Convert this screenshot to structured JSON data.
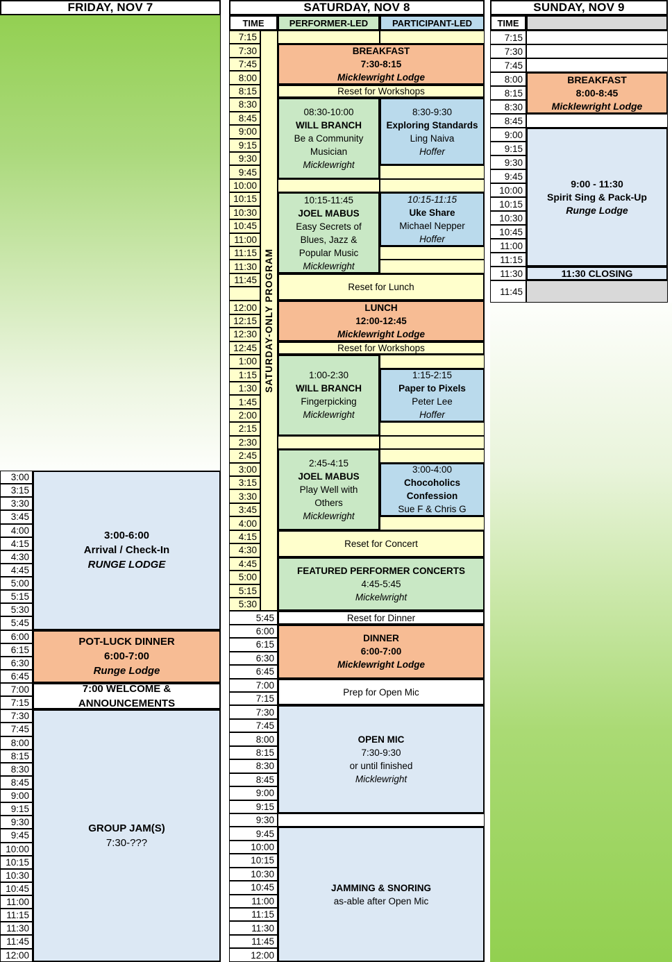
{
  "colors": {
    "yellow": "#ffffcc",
    "salmon": "#f7bc94",
    "green": "#c9e8c5",
    "blue": "#badaec",
    "light_blue": "#dce8f4",
    "gray": "#d9d9d9",
    "gradient_green": "#92d050",
    "border": "#000000"
  },
  "days": [
    {
      "id": "friday",
      "header": "FRIDAY, NOV 7",
      "times": [
        "3:00",
        "3:15",
        "3:30",
        "3:45",
        "4:00",
        "4:15",
        "4:30",
        "4:45",
        "5:00",
        "5:15",
        "5:30",
        "5:45",
        "6:00",
        "6:15",
        "6:30",
        "6:45",
        "7:00",
        "7:15",
        "7:30",
        "7:45",
        "8:00",
        "8:15",
        "8:30",
        "8:45",
        "9:00",
        "9:15",
        "9:30",
        "9:45",
        "10:00",
        "10:15",
        "10:30",
        "10:45",
        "11:00",
        "11:15",
        "11:30",
        "11:45",
        "12:00"
      ],
      "events": [
        {
          "name": "arrival-checkin",
          "col": "main",
          "row": 0,
          "span": 12,
          "fill": "lightblue",
          "fs": 15,
          "lines": [
            {
              "t": "3:00-6:00",
              "s": "b"
            },
            {
              "t": "Arrival / Check-In",
              "s": "b"
            },
            {
              "t": "RUNGE LODGE",
              "s": "bi"
            }
          ]
        },
        {
          "name": "pot-luck-dinner",
          "col": "main",
          "row": 12,
          "span": 4,
          "fill": "salmon",
          "fs": 15,
          "lines": [
            {
              "t": "POT-LUCK DINNER",
              "s": "b"
            },
            {
              "t": "6:00-7:00",
              "s": "b"
            },
            {
              "t": "Runge Lodge",
              "s": "bi"
            }
          ]
        },
        {
          "name": "welcome-announcements",
          "col": "main",
          "row": 16,
          "span": 2,
          "fill": "white",
          "fs": 15,
          "lines": [
            {
              "t": "7:00 WELCOME & ANNOUNCEMENTS",
              "s": "b"
            }
          ]
        },
        {
          "name": "group-jams",
          "col": "main",
          "row": 18,
          "span": 19,
          "fill": "lightblue",
          "fs": 15,
          "lines": [
            {
              "t": "GROUP JAM(S)",
              "s": "b"
            },
            {
              "t": "7:30-???",
              "s": ""
            }
          ]
        }
      ]
    },
    {
      "id": "saturday",
      "header": "SATURDAY, NOV 8",
      "subheader": {
        "time": "TIME",
        "performer": "PERFORMER-LED",
        "participant": "PARTICIPANT-LED"
      },
      "program_label": "SATURDAY-ONLY PROGRAM",
      "times": [
        "7:15",
        "7:30",
        "7:45",
        "8:00",
        "8:15",
        "8:30",
        "8:45",
        "9:00",
        "9:15",
        "9:30",
        "9:45",
        "10:00",
        "10:15",
        "10:30",
        "10:45",
        "11:00",
        "11:15",
        "11:30",
        "11:45",
        "",
        "12:00",
        "12:15",
        "12:30",
        "12:45",
        "1:00",
        "1:15",
        "1:30",
        "1:45",
        "2:00",
        "2:15",
        "2:30",
        "2:45",
        "3:00",
        "3:15",
        "3:30",
        "3:45",
        "4:00",
        "4:15",
        "4:30",
        "4:45",
        "5:00",
        "5:15",
        "5:30",
        "5:45",
        "6:00",
        "6:15",
        "6:30",
        "6:45",
        "7:00",
        "7:15",
        "7:30",
        "7:45",
        "8:00",
        "8:15",
        "8:30",
        "8:45",
        "9:00",
        "9:15",
        "9:30",
        "9:45",
        "10:00",
        "10:15",
        "10:30",
        "10:45",
        "11:00",
        "11:15",
        "11:30",
        "11:45",
        "12:00"
      ],
      "events": [
        {
          "name": "empty-performer-715am",
          "col": "performer",
          "row": 0,
          "span": 1,
          "fill": "yellow",
          "lines": []
        },
        {
          "name": "empty-participant-715am",
          "col": "participant",
          "row": 0,
          "span": 1,
          "fill": "yellow",
          "lines": []
        },
        {
          "name": "breakfast",
          "col": "both",
          "row": 1,
          "span": 3,
          "fill": "salmon",
          "lines": [
            {
              "t": "BREAKFAST",
              "s": "b"
            },
            {
              "t": "7:30-8:15",
              "s": "b"
            },
            {
              "t": "Micklewright Lodge",
              "s": "bi"
            }
          ]
        },
        {
          "name": "reset-for-workshops-am",
          "col": "both",
          "row": 4,
          "span": 1,
          "fill": "yellow",
          "lines": [
            {
              "t": "Reset for Workshops",
              "s": ""
            }
          ]
        },
        {
          "name": "will-branch-community-musician",
          "col": "performer",
          "row": 5,
          "span": 6,
          "fill": "green",
          "lines": [
            {
              "t": "08:30-10:00",
              "s": ""
            },
            {
              "t": "WILL BRANCH",
              "s": "b"
            },
            {
              "t": "Be a Community",
              "s": ""
            },
            {
              "t": "Musician",
              "s": ""
            },
            {
              "t": "Micklewright",
              "s": "i"
            }
          ]
        },
        {
          "name": "exploring-standards",
          "col": "participant",
          "row": 5,
          "span": 5,
          "fill": "blue",
          "lines": [
            {
              "t": "8:30-9:30",
              "s": ""
            },
            {
              "t": "Exploring Standards",
              "s": "b"
            },
            {
              "t": "Ling Naiva",
              "s": ""
            },
            {
              "t": "Hoffer",
              "s": "i"
            }
          ]
        },
        {
          "name": "empty-participant-945am",
          "col": "participant",
          "row": 10,
          "span": 1,
          "fill": "yellow",
          "lines": []
        },
        {
          "name": "empty-performer-1000am",
          "col": "performer",
          "row": 11,
          "span": 1,
          "fill": "yellow",
          "lines": []
        },
        {
          "name": "empty-participant-1000am",
          "col": "participant",
          "row": 11,
          "span": 1,
          "fill": "yellow",
          "lines": []
        },
        {
          "name": "joel-mabus-easy-secrets",
          "col": "performer",
          "row": 12,
          "span": 6,
          "fill": "green",
          "lines": [
            {
              "t": "10:15-11:45",
              "s": ""
            },
            {
              "t": "JOEL MABUS",
              "s": "b"
            },
            {
              "t": "Easy Secrets of",
              "s": ""
            },
            {
              "t": "Blues, Jazz &",
              "s": ""
            },
            {
              "t": "Popular Music",
              "s": ""
            },
            {
              "t": "Micklewright",
              "s": "i"
            }
          ]
        },
        {
          "name": "uke-share",
          "col": "participant",
          "row": 12,
          "span": 4,
          "fill": "blue",
          "lines": [
            {
              "t": "10:15-11:15",
              "s": "i"
            },
            {
              "t": "Uke Share",
              "s": "b"
            },
            {
              "t": "Michael Nepper",
              "s": ""
            },
            {
              "t": "Hoffer",
              "s": "i"
            }
          ]
        },
        {
          "name": "empty-participant-1115am",
          "col": "participant",
          "row": 16,
          "span": 1,
          "fill": "yellow",
          "lines": []
        },
        {
          "name": "empty-participant-1130am",
          "col": "participant",
          "row": 17,
          "span": 1,
          "fill": "yellow",
          "lines": []
        },
        {
          "name": "reset-for-lunch",
          "col": "both",
          "row": 18,
          "span": 2,
          "fill": "yellow",
          "lines": [
            {
              "t": "Reset for Lunch",
              "s": ""
            }
          ]
        },
        {
          "name": "lunch",
          "col": "both",
          "row": 20,
          "span": 3,
          "fill": "salmon",
          "lines": [
            {
              "t": "LUNCH",
              "s": "b"
            },
            {
              "t": "12:00-12:45",
              "s": "b"
            },
            {
              "t": "Micklewright Lodge",
              "s": "bi"
            }
          ]
        },
        {
          "name": "reset-for-workshops-pm",
          "col": "both",
          "row": 23,
          "span": 1,
          "fill": "yellow",
          "lines": [
            {
              "t": "Reset for Workshops",
              "s": ""
            }
          ]
        },
        {
          "name": "will-branch-fingerpicking",
          "col": "performer",
          "row": 24,
          "span": 6,
          "fill": "green",
          "lines": [
            {
              "t": "1:00-2:30",
              "s": ""
            },
            {
              "t": "WILL BRANCH",
              "s": "b"
            },
            {
              "t": "Fingerpicking",
              "s": ""
            },
            {
              "t": "Micklewright",
              "s": "i"
            }
          ]
        },
        {
          "name": "empty-participant-100pm",
          "col": "participant",
          "row": 24,
          "span": 1,
          "fill": "yellow",
          "lines": []
        },
        {
          "name": "paper-to-pixels",
          "col": "participant",
          "row": 25,
          "span": 4,
          "fill": "blue",
          "lines": [
            {
              "t": "1:15-2:15",
              "s": ""
            },
            {
              "t": "Paper to Pixels",
              "s": "b"
            },
            {
              "t": "Peter Lee",
              "s": ""
            },
            {
              "t": "Hoffer",
              "s": "i"
            }
          ]
        },
        {
          "name": "empty-participant-215pm",
          "col": "participant",
          "row": 29,
          "span": 1,
          "fill": "yellow",
          "lines": []
        },
        {
          "name": "empty-performer-230pm",
          "col": "performer",
          "row": 30,
          "span": 1,
          "fill": "yellow",
          "lines": []
        },
        {
          "name": "empty-participant-230pm",
          "col": "participant",
          "row": 30,
          "span": 1,
          "fill": "yellow",
          "lines": []
        },
        {
          "name": "joel-mabus-play-well",
          "col": "performer",
          "row": 31,
          "span": 6,
          "fill": "green",
          "lines": [
            {
              "t": "2:45-4:15",
              "s": ""
            },
            {
              "t": "JOEL MABUS",
              "s": "b"
            },
            {
              "t": "Play Well with",
              "s": ""
            },
            {
              "t": "Others",
              "s": ""
            },
            {
              "t": "Micklewright",
              "s": "i"
            }
          ]
        },
        {
          "name": "empty-participant-245pm",
          "col": "participant",
          "row": 31,
          "span": 1,
          "fill": "yellow",
          "lines": []
        },
        {
          "name": "chocoholics-confession",
          "col": "participant",
          "row": 32,
          "span": 4,
          "fill": "blue",
          "lines": [
            {
              "t": "3:00-4:00",
              "s": ""
            },
            {
              "t": "Chocoholics",
              "s": "b"
            },
            {
              "t": "Confession",
              "s": "b"
            },
            {
              "t": "Sue F & Chris G",
              "s": ""
            }
          ]
        },
        {
          "name": "empty-participant-400pm",
          "col": "participant",
          "row": 36,
          "span": 1,
          "fill": "yellow",
          "lines": []
        },
        {
          "name": "reset-for-concert",
          "col": "both",
          "row": 37,
          "span": 2,
          "fill": "yellow",
          "lines": [
            {
              "t": "Reset for Concert",
              "s": ""
            }
          ]
        },
        {
          "name": "featured-performer-concerts",
          "col": "both",
          "row": 39,
          "span": 4,
          "fill": "green",
          "lines": [
            {
              "t": "FEATURED PERFORMER CONCERTS",
              "s": "b"
            },
            {
              "t": "4:45-5:45",
              "s": ""
            },
            {
              "t": "Mickelwright",
              "s": "i"
            }
          ]
        },
        {
          "name": "reset-for-dinner",
          "col": "both",
          "row": 43,
          "span": 1,
          "fill": "white",
          "lines": [
            {
              "t": "Reset for Dinner",
              "s": ""
            }
          ]
        },
        {
          "name": "dinner",
          "col": "both",
          "row": 44,
          "span": 4,
          "fill": "salmon",
          "lines": [
            {
              "t": "DINNER",
              "s": "b"
            },
            {
              "t": "6:00-7:00",
              "s": "b"
            },
            {
              "t": "Micklewright Lodge",
              "s": "bi"
            }
          ]
        },
        {
          "name": "prep-for-open-mic",
          "col": "both",
          "row": 48,
          "span": 2,
          "fill": "white",
          "lines": [
            {
              "t": "Prep for Open Mic",
              "s": ""
            }
          ]
        },
        {
          "name": "open-mic",
          "col": "both",
          "row": 50,
          "span": 8,
          "fill": "lightblue",
          "lines": [
            {
              "t": "OPEN MIC",
              "s": "b"
            },
            {
              "t": "7:30-9:30",
              "s": ""
            },
            {
              "t": "or until finished",
              "s": ""
            },
            {
              "t": "Micklewright",
              "s": "i"
            }
          ]
        },
        {
          "name": "empty-930pm",
          "col": "both",
          "row": 58,
          "span": 1,
          "fill": "white",
          "lines": []
        },
        {
          "name": "jamming-snoring",
          "col": "both",
          "row": 59,
          "span": 10,
          "fill": "lightblue",
          "lines": [
            {
              "t": "JAMMING & SNORING",
              "s": "b"
            },
            {
              "t": "as-able after Open Mic",
              "s": ""
            }
          ]
        }
      ]
    },
    {
      "id": "sunday",
      "header": "SUNDAY, NOV 9",
      "subheader": {
        "time": "TIME"
      },
      "times": [
        "7:15",
        "7:30",
        "7:45",
        "8:00",
        "8:15",
        "8:30",
        "8:45",
        "9:00",
        "9:15",
        "9:30",
        "9:45",
        "10:00",
        "10:15",
        "10:30",
        "10:45",
        "11:00",
        "11:15",
        "11:30",
        "11:45"
      ],
      "events": [
        {
          "name": "empty-715am",
          "col": "main",
          "row": 0,
          "span": 1,
          "fill": "white",
          "lines": []
        },
        {
          "name": "empty-730am",
          "col": "main",
          "row": 1,
          "span": 1,
          "fill": "white",
          "lines": []
        },
        {
          "name": "empty-745am",
          "col": "main",
          "row": 2,
          "span": 1,
          "fill": "white",
          "lines": []
        },
        {
          "name": "breakfast",
          "col": "main",
          "row": 3,
          "span": 3,
          "fill": "salmon",
          "fs": 14,
          "lines": [
            {
              "t": "BREAKFAST",
              "s": "b"
            },
            {
              "t": "8:00-8:45",
              "s": "b"
            },
            {
              "t": "Micklewright Lodge",
              "s": "bi"
            }
          ]
        },
        {
          "name": "empty-845am",
          "col": "main",
          "row": 6,
          "span": 1,
          "fill": "white",
          "lines": []
        },
        {
          "name": "spirit-sing-pack-up",
          "col": "main",
          "row": 7,
          "span": 10,
          "fill": "lightblue",
          "fs": 14,
          "lines": [
            {
              "t": "9:00 - 11:30",
              "s": "b"
            },
            {
              "t": "Spirit Sing & Pack-Up",
              "s": "b"
            },
            {
              "t": "Runge Lodge",
              "s": "bi"
            }
          ]
        },
        {
          "name": "closing",
          "col": "main",
          "row": 17,
          "span": 1,
          "fill": "lightblue",
          "fs": 14,
          "lines": [
            {
              "t": "11:30 CLOSING",
              "s": "b"
            }
          ]
        },
        {
          "name": "blocked-1145am",
          "col": "main",
          "row": 18,
          "span": 1,
          "fill": "gray",
          "lines": []
        }
      ]
    }
  ]
}
